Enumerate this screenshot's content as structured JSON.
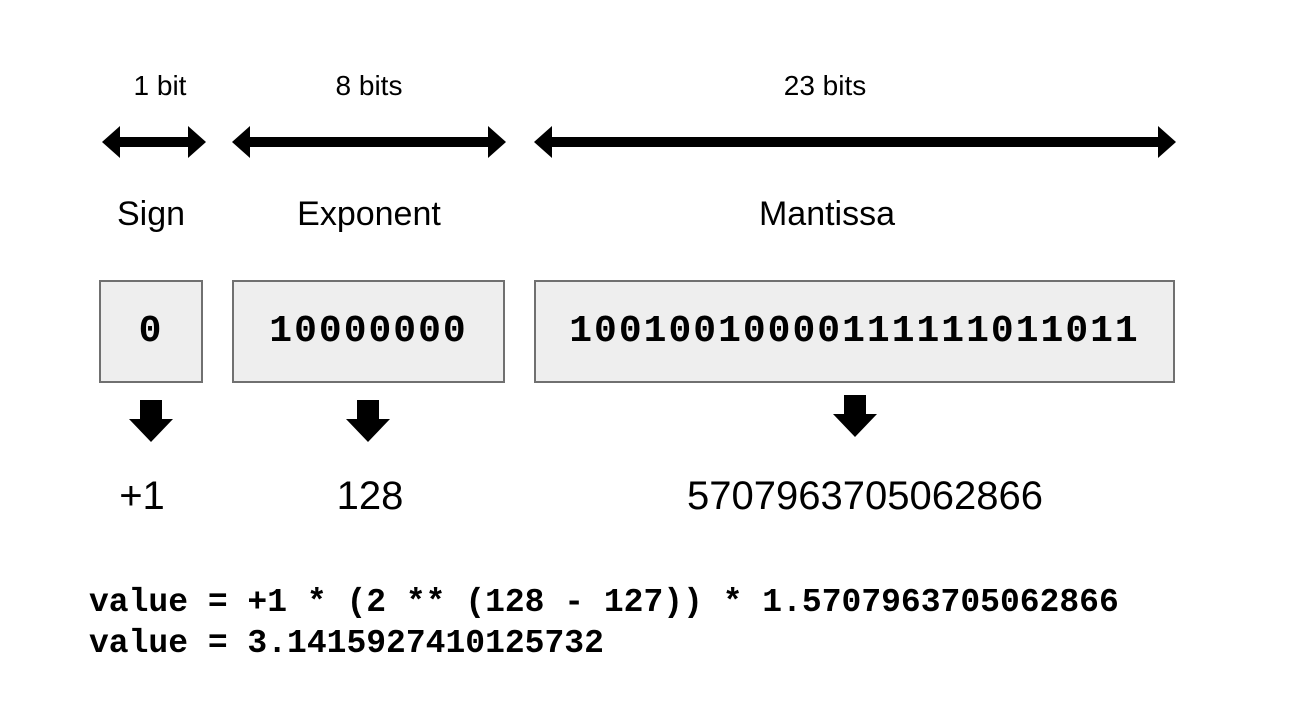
{
  "fields": [
    {
      "id": "sign",
      "width_label": "1 bit",
      "name": "Sign",
      "bits": "0",
      "decoded": "+1"
    },
    {
      "id": "exponent",
      "width_label": "8 bits",
      "name": "Exponent",
      "bits": "10000000",
      "decoded": "128"
    },
    {
      "id": "mantissa",
      "width_label": "23 bits",
      "name": "Mantissa",
      "bits": "10010010000111111011011",
      "decoded": "5707963705062866"
    }
  ],
  "formula": {
    "line1": "value = +1 * (2 ** (128 - 127)) * 1.5707963705062866",
    "line2": "value = 3.1415927410125732"
  },
  "colors": {
    "box_fill": "#eeeeee",
    "box_border": "#707070",
    "ink": "#000000"
  }
}
